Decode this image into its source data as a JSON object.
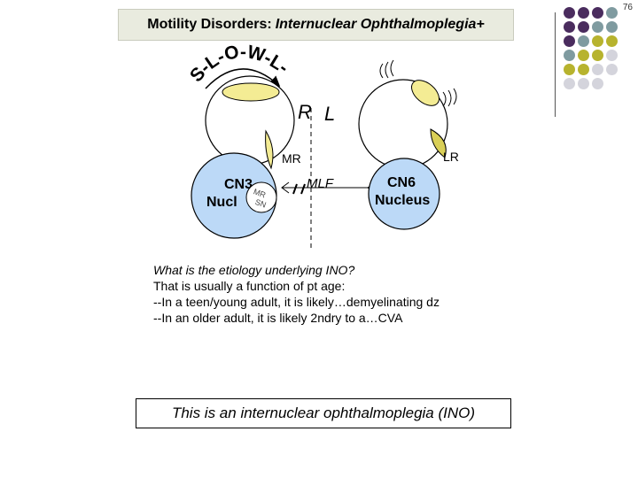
{
  "slide": {
    "page_number": "76",
    "title_normal": "Motility Disorders:",
    "title_italic": "Internuclear Ophthalmoplegia+"
  },
  "diagram": {
    "slowly_text": "S-L-O-W-L-Y",
    "right_label": "R",
    "left_label": "L",
    "mr_label": "MR",
    "lr_label": "LR",
    "cn3_line1": "CN3",
    "cn3_line2": "Nucl",
    "mr_sn_top": "MR",
    "mr_sn_bottom": "SN",
    "mlf_label": "MLF",
    "cn6_line1": "CN6",
    "cn6_line2": "Nucleus",
    "nucleus_fill": "#bcd9f7",
    "muscle_fill": "#f4ec94",
    "lr_fill": "#d9cf57"
  },
  "text": {
    "lines": [
      "What is the etiology underlying INO?",
      "That is usually a function of pt  age:",
      "--In a teen/young adult, it is likely…demyelinating dz",
      "--In an older adult, it is likely 2ndry to a…CVA"
    ],
    "conclusion": "This is an internuclear ophthalmoplegia (INO)"
  },
  "decor": {
    "dot_colors": [
      "#4a2c5e",
      "#4a2c5e",
      "#4a2c5e",
      "#7f9ba0",
      "#4a2c5e",
      "#4a2c5e",
      "#7f9ba0",
      "#7f9ba0",
      "#4a2c5e",
      "#7f9ba0",
      "#b7b32e",
      "#b7b32e",
      "#7f9ba0",
      "#b7b32e",
      "#b7b32e",
      "#d4d4dc",
      "#b7b32e",
      "#b7b32e",
      "#d4d4dc",
      "#d4d4dc",
      "#d4d4dc",
      "#d4d4dc",
      "#d4d4dc",
      ""
    ]
  }
}
